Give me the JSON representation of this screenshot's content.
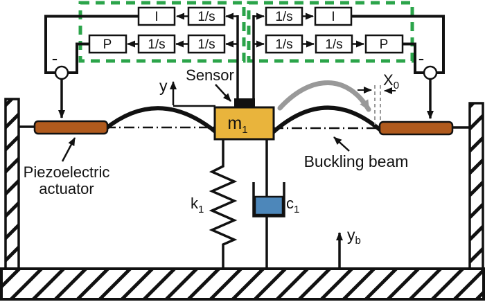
{
  "colors": {
    "mass_fill": "#e9b43c",
    "actuator_fill": "#b05a1d",
    "damper_fill": "#4d87ba",
    "controller_box": "#2ba44a",
    "snap_arrow": "#999999"
  },
  "controller_left": {
    "row1": [
      "I",
      "1/s"
    ],
    "row2": [
      "P",
      "1/s",
      "1/s"
    ],
    "minus": "-"
  },
  "controller_right": {
    "row1": [
      "1/s",
      "I"
    ],
    "row2": [
      "1/s",
      "1/s",
      "P"
    ],
    "minus": "-"
  },
  "labels": {
    "sensor": "Sensor",
    "buckling_beam": "Buckling beam",
    "piezo_line1": "Piezoelectric",
    "piezo_line2": "actuator",
    "mass": "m",
    "mass_sub": "1",
    "spring": "k",
    "spring_sub": "1",
    "damper": "c",
    "damper_sub": "1",
    "y_axis": "y",
    "yb": "y",
    "yb_sub": "b",
    "x0": "X",
    "x0_sub": "0"
  }
}
